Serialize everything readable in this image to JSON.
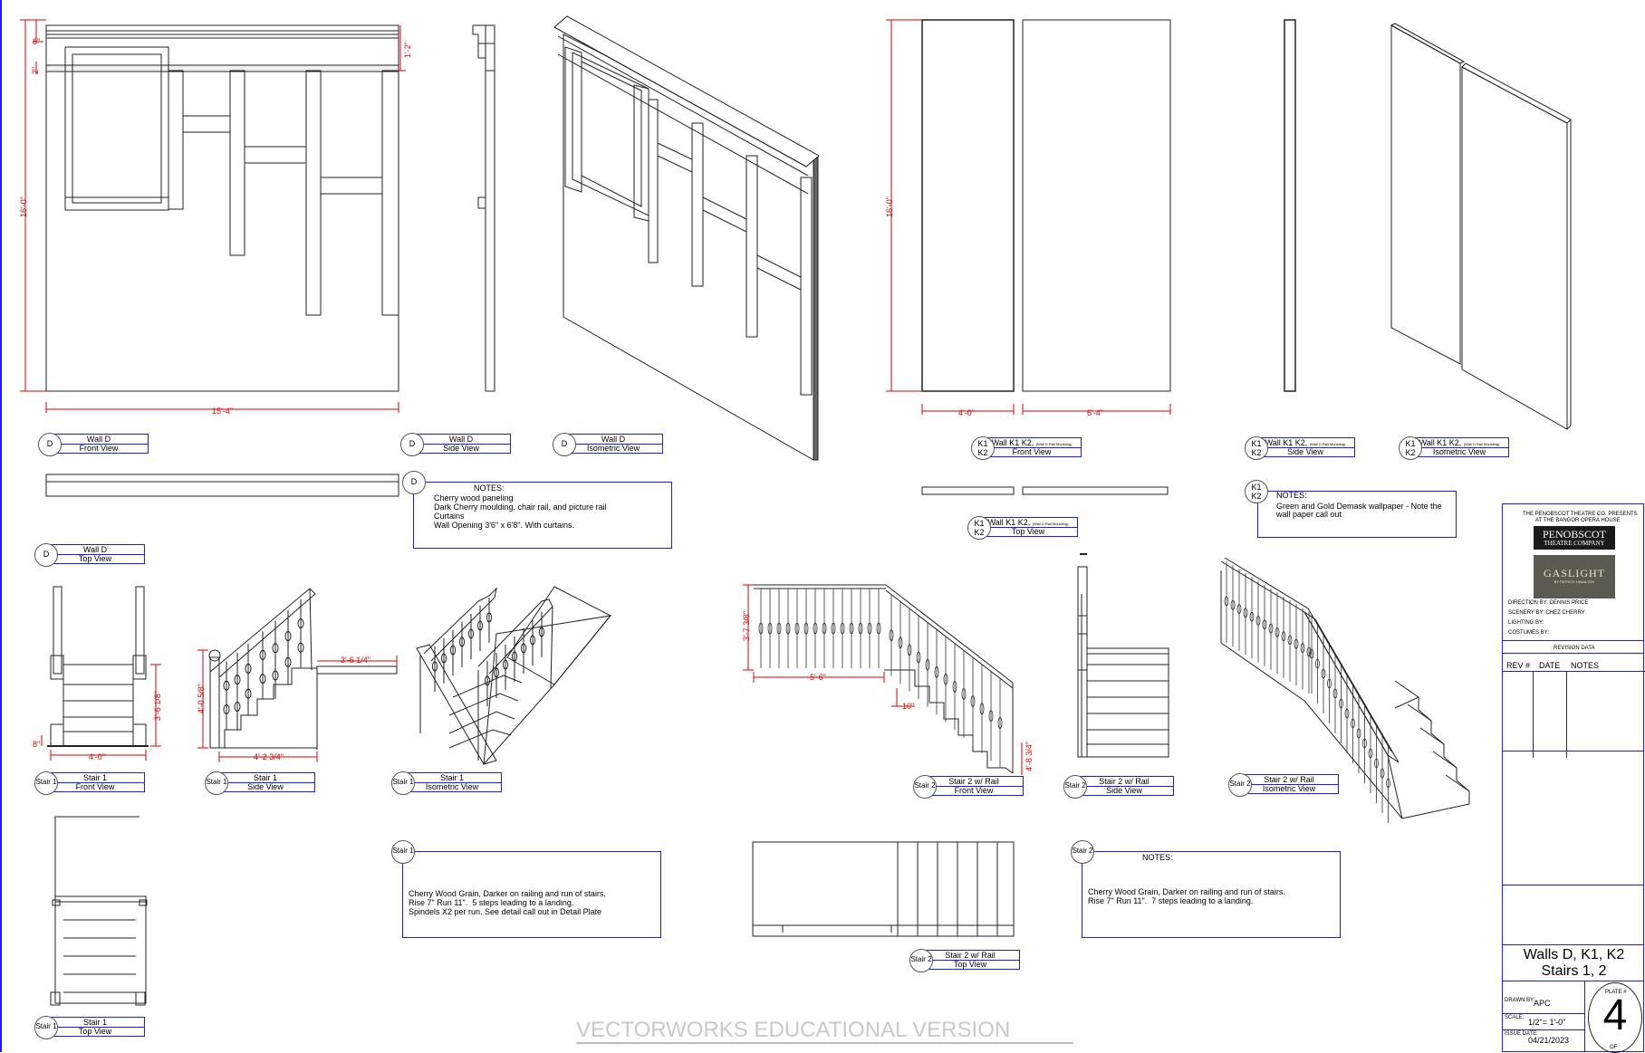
{
  "watermark": "VECTORWORKS EDUCATIONAL VERSION",
  "colors": {
    "dimension": "#e00000",
    "tag_border": "#1a1aff",
    "line": "#000000"
  },
  "dimensions": {
    "wallD_top_8": "8\"",
    "wallD_top_2": "2\"",
    "wallD_height": "16'-0\"",
    "wallD_right_12": "1'-2\"",
    "wallD_width": "15'-4\"",
    "k_height": "16'-0\"",
    "k1_width": "4'-0\"",
    "k2_width": "6'-4\"",
    "stair1_rail_h": "3'-6 1/8\"",
    "stair1_base": "8\"",
    "stair1_width": "4'-0\"",
    "stair1_side_h": "4'-0 5/8\"",
    "stair1_side_run": "4'-2 3/4\"",
    "stair1_landing": "3'-6 1/4\"",
    "stair2_rail_h": "3'-7 3/8\"",
    "stair2_landing": "5'-6\"",
    "stair2_step": "10\"",
    "stair2_height": "4'-8 3/4\""
  },
  "tags": {
    "wallD_front": {
      "id": "D",
      "name": "Wall D",
      "view": "Front View"
    },
    "wallD_side": {
      "id": "D",
      "name": "Wall D",
      "view": "Side View"
    },
    "wallD_iso": {
      "id": "D",
      "name": "Wall D",
      "view": "Isometric View"
    },
    "wallD_top": {
      "id": "D",
      "name": "Wall D",
      "view": "Top View"
    },
    "k_front": {
      "id1": "K1",
      "id2": "K2",
      "name": "Wall K1 K2,",
      "small": "(Wall D Rail Moulding)",
      "view": "Front View"
    },
    "k_top": {
      "id1": "K1",
      "id2": "K2",
      "name": "Wall K1 K2,",
      "small": "(Wall D Rail Moulding)",
      "view": "Top View"
    },
    "k_side": {
      "id1": "K1",
      "id2": "K2",
      "name": "Wall K1 K2,",
      "small": "(Wall D Rail Moulding)",
      "view": "Side View"
    },
    "k_iso": {
      "id1": "K1",
      "id2": "K2",
      "name": "Wall K1 K2,",
      "small": "(Wall D Rail Moulding)",
      "view": "Isometric View"
    },
    "stair1_front": {
      "id": "Stair 1",
      "name": "Stair 1",
      "view": "Front View"
    },
    "stair1_side": {
      "id": "Stair 1",
      "name": "Stair 1",
      "view": "Side View"
    },
    "stair1_iso": {
      "id": "Stair 1",
      "name": "Stair 1",
      "view": "Isometric View"
    },
    "stair1_top": {
      "id": "Stair 1",
      "name": "Stair 1",
      "view": "Top View"
    },
    "stair2_front": {
      "id": "Stair 2",
      "name": "Stair 2 w/ Rail",
      "view": "Front View"
    },
    "stair2_side": {
      "id": "Stair 2",
      "name": "Stair 2 w/ Rail",
      "view": "Side View"
    },
    "stair2_iso": {
      "id": "Stair 2",
      "name": "Stair 2 w/ Rail",
      "view": "Isometric View"
    },
    "stair2_top": {
      "id": "Stair 2",
      "name": "Stair 2 w/ Rail",
      "view": "Top View"
    }
  },
  "notes": {
    "wallD": {
      "id": "D",
      "heading": "NOTES:",
      "lines": [
        "Cherry wood paneling",
        "Dark Cherry moulding, chair rail, and picture rail",
        "Curtains",
        "Wall Opening 3'6\" x 6'8\". With curtains."
      ]
    },
    "k": {
      "id1": "K1",
      "id2": "K2",
      "heading": "NOTES:",
      "lines": [
        "Green and Gold Demask wallpaper - Note the",
        "wall paper call out"
      ]
    },
    "stair1": {
      "id": "Stair 1",
      "lines": [
        "Cherry Wood Grain, Darker on railing and run of stairs.",
        "Rise 7\" Run 11\".  5 steps leading to a landing.",
        "Spindels X2 per run. See detail call out in Detail Plate"
      ]
    },
    "stair2": {
      "id": "Stair 2",
      "heading": "NOTES:",
      "lines": [
        "Cherry Wood Grain, Darker on railing and run of stairs.",
        "Rise 7\" Run 11\".  7 steps leading to a landing."
      ]
    }
  },
  "title_block": {
    "presents_1": "THE PENOBSCOT THEATRE CO. PRESENTS",
    "presents_2": "AT THE BANGOR OPERA HOUSE",
    "logo_main": "PENOBSCOT",
    "logo_sub": "THEATRE COMPANY",
    "show_title": "GASLIGHT",
    "show_sub": "BY PATRICK HAMILTON",
    "direction": "DIRECTION BY:  DENNIS PRICE",
    "scenery": "SCENERY BY:  CHEZ CHERRY",
    "lighting": "LIGHTING BY:",
    "costumes": "COSTUMES BY:",
    "revision_heading": "REVISION DATA",
    "rev_cols": [
      "REV #",
      "DATE",
      "NOTES"
    ],
    "sheet_title_1": "Walls D, K1, K2",
    "sheet_title_2": "Stairs 1, 2",
    "drawn_by_label": "DRAWN BY:",
    "drawn_by": "APC",
    "scale_label": "SCALE:",
    "scale": "1/2\"= 1'-0\"",
    "issue_label": "ISSUE DATE:",
    "issue_date": "04/21/2023",
    "plate_label": "PLATE #",
    "plate": "4",
    "of_label": "OF"
  }
}
